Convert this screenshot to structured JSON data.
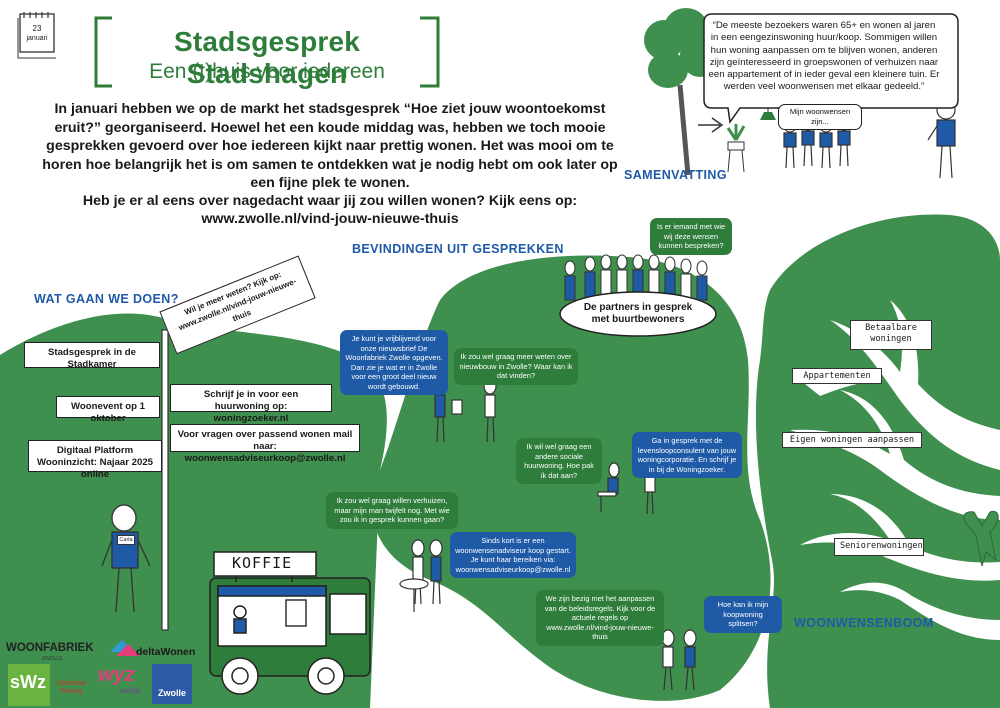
{
  "calendar": {
    "day": "23",
    "month": "januari"
  },
  "title": {
    "main": "Stadsgesprek Stadshagen",
    "sub": "Een (t)huis voor iedereen"
  },
  "intro": "In januari hebben we op de markt het stadsgesprek “Hoe ziet jouw woontoekomst eruit?” georganiseerd. Hoewel het een koude middag was, hebben we toch mooie gesprekken gevoerd over hoe iedereen kijkt naar prettig wonen. Het was mooi om te horen hoe belangrijk het is om samen te ontdekken wat je nodig hebt om ook later op een fijne plek te wonen.",
  "cta": {
    "line1": "Heb je er al eens over nagedacht waar jij zou willen wonen? Kijk eens op:",
    "line2": "www.zwolle.nl/vind-jouw-nieuwe-thuis"
  },
  "headings": {
    "samenvatting": "SAMENVATTING",
    "bevindingen": "BEVINDINGEN UIT GESPREKKEN",
    "wat_gaan_we_doen": "WAT GAAN WE DOEN?",
    "woonwensenboom": "WOONWENSENBOOM"
  },
  "quote": "“De meeste bezoekers waren 65+ en wonen al jaren in een eengezinswoning huur/koop. Sommigen willen hun woning aanpassen om te blijven wonen, anderen zijn geïnteresseerd in groepswonen of verhuizen naar een appartement of in ieder geval een kleinere tuin. Er werden veel woonwensen met elkaar gedeeld.”",
  "summary_bubble": "Mijn woonwensen zijn...",
  "signpost": {
    "top_sign": "Wil je meer weten? Kijk op: www.zwolle.nl/vind-jouw-nieuwe-thuis",
    "left_signs": [
      "Stadsgesprek in de Stadkamer",
      "Woonevent op 1 oktober",
      "Digitaal Platform Wooninzicht: Najaar 2025 online"
    ],
    "right_signs": [
      "Schrijf je in voor een huurwoning op: woningzoeker.nl",
      "Voor vragen over passend wonen mail naar: woonwensadviseurkoop@zwolle.nl"
    ],
    "badge": "Carla"
  },
  "koffie": {
    "sign": "KOFFIE"
  },
  "partners": {
    "question": "Is er iemand met wie wij deze wensen kunnen bespreken?",
    "label": "De partners in gesprek met buurtbewoners"
  },
  "bubbles": [
    {
      "id": "b1",
      "color": "blue",
      "text": "Je kunt je vrijblijvend voor onze nieuwsbrief De Woonfabriek Zwolle opgeven. Dan zie je wat er in Zwolle voor een groot deel nieuw wordt gebouwd."
    },
    {
      "id": "b2",
      "color": "green",
      "text": "Ik zou wel graag meer weten over nieuwbouw in Zwolle? Waar kan ik dat vinden?"
    },
    {
      "id": "b3",
      "color": "green",
      "text": "Ik wil wel graag een andere sociale huurwoning. Hoe pak ik dat aan?"
    },
    {
      "id": "b4",
      "color": "blue",
      "text": "Ga in gesprek met de levensloopconsulent van jouw woningcorporatie. En schrijf je in bij de Woningzoeker."
    },
    {
      "id": "b5",
      "color": "green",
      "text": "Ik zou wel graag willen verhuizen, maar mijn man twijfelt nog. Met wie zou ik in gesprek kunnen gaan?"
    },
    {
      "id": "b6",
      "color": "blue",
      "text": "Sinds kort is er een woonwensenadviseur koop gestart. Je kunt haar bereiken via: woonwensadviseurkoop@zwolle.nl"
    },
    {
      "id": "b7",
      "color": "green",
      "text": "We zijn bezig met het aanpassen van de beleidsregels. Kijk voor de actuele regels op www.zwolle.nl/vind-jouw-nieuwe-thuis"
    },
    {
      "id": "b8",
      "color": "blue",
      "text": "Hoe kan ik mijn koopwoning splitsen?"
    }
  ],
  "tree_signs": [
    "Betaalbare woningen",
    "Appartementen",
    "Eigen woningen aanpassen",
    "Seniorenwoningen"
  ],
  "logos": {
    "woonfabriek": "WOONFABRIEK",
    "woonfabriek_sub": "ZWOLLE",
    "deltawonen": "deltaWonen",
    "swz": "sWz",
    "openbaar_belang_1": "Openbaar",
    "openbaar_belang_2": "Belang",
    "wijz": "wyz",
    "wijz_sub": "welzijn",
    "zwolle": "Zwolle"
  },
  "colors": {
    "green": "#2e7d3a",
    "blue": "#1f5aa6",
    "heading_blue": "#1e5aa8"
  }
}
